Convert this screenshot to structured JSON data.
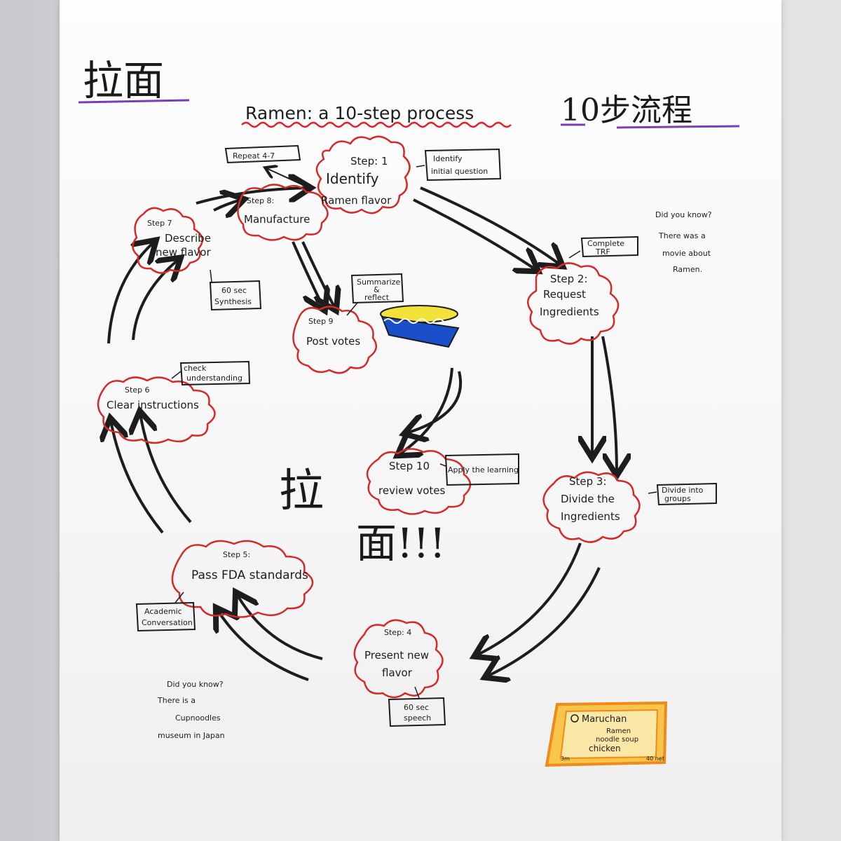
{
  "title_cjk": "拉面",
  "title": "Ramen: a 10-step process",
  "title_cjk2": "10步流程",
  "center_cjk_1": "拉",
  "center_cjk_2": "面!!!",
  "steps": {
    "s1": {
      "label": "Step: 1",
      "line1": "Identify",
      "line2": "Ramen flavor"
    },
    "s2": {
      "label": "Step 2:",
      "line1": "Request",
      "line2": "Ingredients"
    },
    "s3": {
      "label": "Step 3:",
      "line1": "Divide the",
      "line2": "Ingredients"
    },
    "s4": {
      "label": "Step: 4",
      "line1": "Present new",
      "line2": "flavor"
    },
    "s5": {
      "label": "Step 5:",
      "line1": "Pass FDA standards"
    },
    "s6": {
      "label": "Step 6",
      "line1": "Clear instructions"
    },
    "s7": {
      "label": "Step 7",
      "line1": "Describe",
      "line2": "new flavor"
    },
    "s8": {
      "label": "Step 8:",
      "line1": "Manufacture"
    },
    "s9": {
      "label": "Step 9",
      "line1": "Post votes"
    },
    "s10": {
      "label": "Step 10",
      "line1": "review votes"
    }
  },
  "notes": {
    "repeat": "Repeat 4-7",
    "identify": [
      "Identify",
      "initial question"
    ],
    "complete": [
      "Complete",
      "TRF"
    ],
    "divide": [
      "Divide into",
      "groups"
    ],
    "speech": [
      "60 sec",
      "speech"
    ],
    "academic": [
      "Academic",
      "Conversation"
    ],
    "check": [
      "check",
      "understanding"
    ],
    "synthesis": [
      "60 sec",
      "Synthesis"
    ],
    "summarize": [
      "Summarize",
      "&",
      "reflect"
    ],
    "apply": "Apply the learning"
  },
  "facts": {
    "fact1": [
      "Did you know?",
      "There was a",
      "movie about",
      "Ramen."
    ],
    "fact2": [
      "Did you know?",
      "There is a",
      "Cupnoodles",
      "museum in Japan"
    ]
  },
  "package": {
    "brand": "Maruchan",
    "line1": "Ramen",
    "line2": "noodle soup",
    "flavor": "chicken",
    "left": "3m",
    "right": "40 net"
  },
  "colors": {
    "cloud_outline": "#d42a2a",
    "ink": "#1d1d1d",
    "underline_purple": "#7a3fb0",
    "package_orange": "#f08a1c",
    "package_yellow": "#f3d22b",
    "bowl_blue": "#1a4fc9",
    "bowl_yellow": "#f2e23a"
  }
}
